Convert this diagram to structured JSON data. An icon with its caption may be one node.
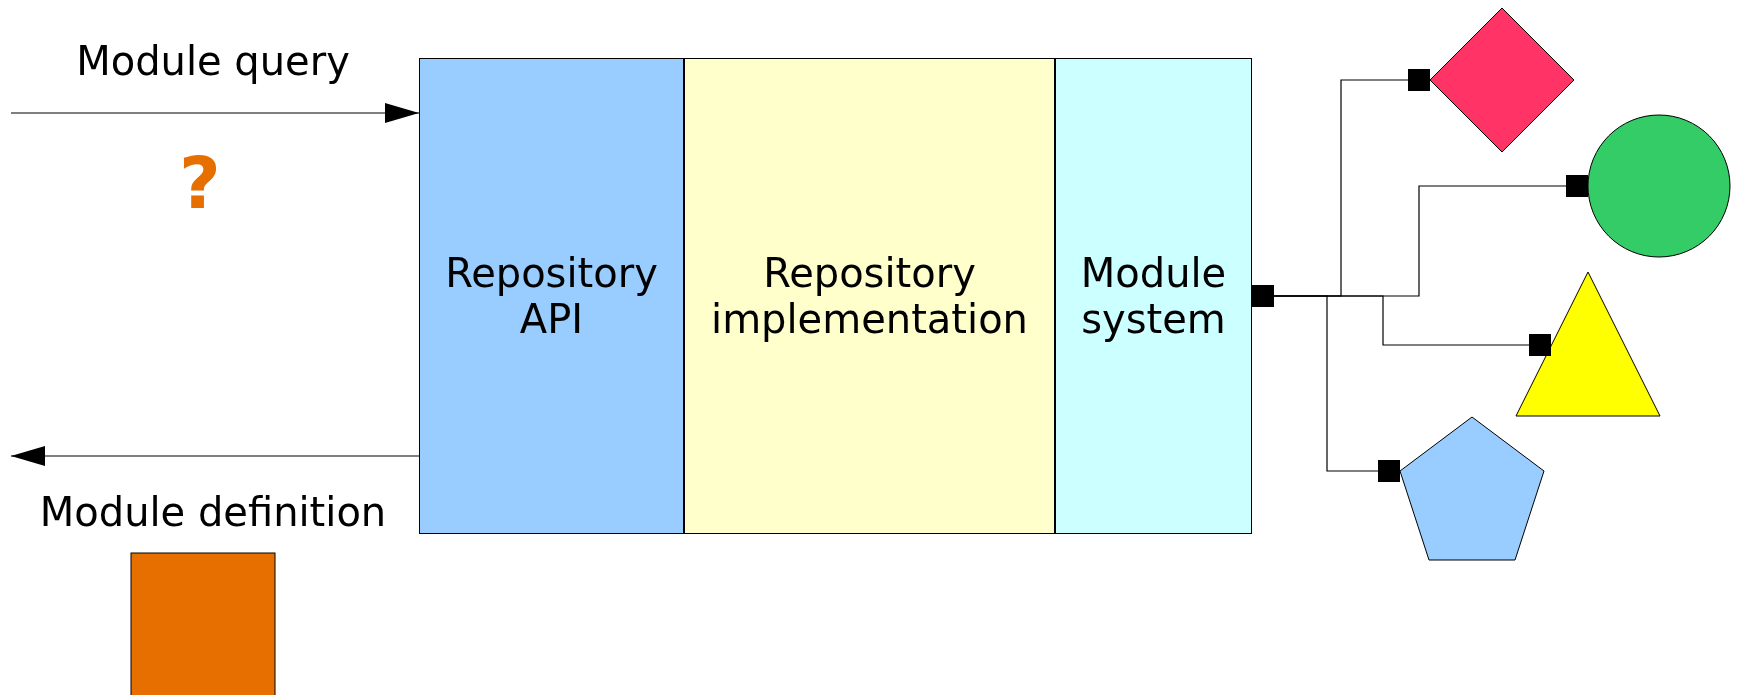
{
  "diagram": {
    "nodes": [
      {
        "text": [
          "Repository API"
        ]
      },
      {
        "text": [
          "Repository implementation"
        ]
      },
      {
        "text": [
          "Module system"
        ]
      },
      {
        "text": [],
        "shape": "diamond"
      },
      {
        "text": [],
        "shape": "circle"
      },
      {
        "text": [],
        "shape": "triangle"
      },
      {
        "text": [],
        "shape": "pentagon"
      },
      {
        "text": [],
        "shape": "box"
      }
    ],
    "edges": [
      {
        "from": null,
        "to": 0,
        "arrow": "to",
        "label": "Module query"
      },
      {
        "from": 0,
        "to": null,
        "arrow": "to",
        "label": "Module definition"
      },
      {
        "from": 2,
        "to": 3,
        "arrow": "other"
      },
      {
        "from": 2,
        "to": 4,
        "arrow": "other"
      },
      {
        "from": 2,
        "to": 5,
        "arrow": "other"
      },
      {
        "from": 2,
        "to": 6,
        "arrow": "other"
      }
    ],
    "labels": [
      "?"
    ]
  }
}
